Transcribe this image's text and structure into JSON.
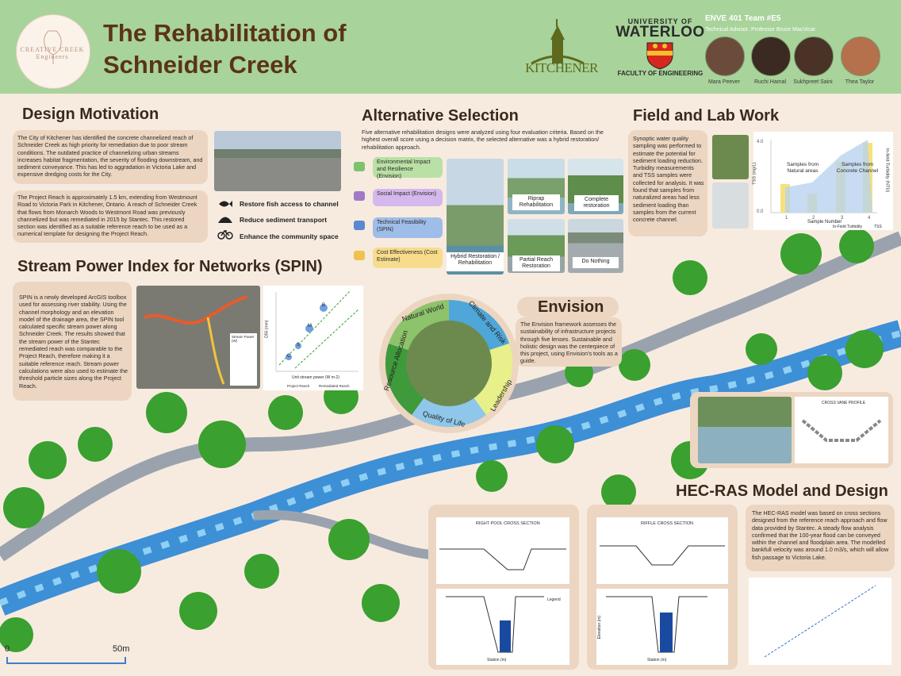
{
  "header": {
    "logo_text": "CREATIVE CREEK Engineers",
    "title_line1": "The Rehabilitation of",
    "title_line2": "Schneider Creek",
    "kitchener": "KITCHENER",
    "uw_top": "UNIVERSITY OF",
    "uw_main": "WATERLOO",
    "uw_faculty": "FACULTY OF ENGINEERING",
    "team": "ENVE 401 Team #E5",
    "advisor": "Technical Advisor: Professor Bruce MacVicar",
    "members": [
      "Mara Peever",
      "Ruchi Hamal",
      "Sukhpreet Saini",
      "Thea Taylor"
    ]
  },
  "design_motivation": {
    "heading": "Design Motivation",
    "para1": "The City of Kitchener has identified the concrete channelized reach of Schneider Creek as high priority for remediation due to poor stream conditions. The outdated practice of channelizing urban streams increases habitat fragmentation, the severity of flooding downstream, and sediment conveyance. This has led to aggradation in Victoria Lake and expensive dredging costs for the City.",
    "para2": "The Project Reach is approximately 1.5 km, extending from Westmount Road to Victoria Park in Kitchener, Ontario. A reach of Schneider Creek that flows from Monarch Woods to Westmont Road was previously channelized but was remediated in 2015 by Stantec. This restored section was identified as a suitable reference reach to be used as a numerical template for designing the Project Reach.",
    "goals": [
      "Restore fish access to channel",
      "Reduce sediment transport",
      "Enhance the community space"
    ]
  },
  "alternative_selection": {
    "heading": "Alternative Selection",
    "intro": "Five alternative rehabilitation designs were analyzed using four evaluation criteria. Based on the highest overall score using a decision matrix, the selected alternative was a hybrid restoration/ rehabilitation approach.",
    "criteria": [
      "Environmental Impact and Resilience (Envision)",
      "Social Impact (Envision)",
      "Technical Feasibility (SPIN)",
      "Cost Effectiveness (Cost Estimate)"
    ],
    "alternatives": [
      "Hybrid Restoration / Rehabilitation",
      "Riprap Rehabilitation",
      "Complete restoration",
      "Partial Reach Restoration",
      "Do Nothing"
    ]
  },
  "field_lab": {
    "heading": "Field and Lab Work",
    "text": "Synoptic water quality sampling was performed to estimate the potential for sediment loading reduction. Turbidity measurements and TSS samples were collected for analysis. It was found that samples from naturalized areas had less sediment loading than samples from the current concrete channel.",
    "ann_natural": "Samples from Natural areas",
    "ann_concrete": "Samples from Concrete Channel",
    "ylabel": "TSS (mg/L)",
    "y2label": "In-field Turbidity (NTU)",
    "xlabel": "Sample Number",
    "legend_turb": "In-Field Turbidity",
    "legend_tss": "TSS"
  },
  "spin": {
    "heading": "Stream Power Index for Networks (SPIN)",
    "text": "SPIN is a newly developed ArcGIS toolbox used for assessing river stability. Using the channel morphology and an elevation model of the drainage area, the SPIN tool calculated specific stream power along Schneider Creek. The results showed that the stream power of the Stantec remediated reach was comparable to the Project Reach, therefore making it a suitable reference reach. Stream power calculations were also used to estimate the threshold particle sizes along the Project Reach.",
    "map_legend_title": "Stream Power (W)",
    "xlabel": "Unit stream power (W m-2)",
    "ylabel": "D50 (mm)",
    "labels": [
      "B",
      "M",
      "S",
      "C"
    ],
    "legend_items": [
      "Project Reach",
      "Remediated Reach"
    ]
  },
  "envision": {
    "heading": "Envision",
    "text": "The Envision framework assesses the sustainability of infrastructure projects through five lenses. Sustainable and holistic design was the centerpiece of this project, using Envision's tools as a guide.",
    "lenses": [
      "Natural World",
      "Climate and Risk",
      "Leadership",
      "Quality of Life",
      "Resource Allocation"
    ]
  },
  "hecras": {
    "heading": "HEC-RAS Model and Design",
    "text": "The HEC-RAS model was based on cross sections designed from the reference reach approach and flow data provided by Stantec. A steady flow analysis confirmed that the 100-year flood can be conveyed within the channel and floodplain area. The modelled bankfull velocity was around 1.0 m3/s, which will allow fish passage to Victoria Lake.",
    "pool_title": "RIGHT POOL CROSS SECTION",
    "riffle_title": "RIFFLE CROSS SECTION",
    "cross_vane": "CROSS VANE PROFILE",
    "station_label": "Station (m)",
    "elev_label": "Elevation (m)",
    "legend_title": "Legend"
  },
  "scale": {
    "start": "0",
    "end": "50m"
  },
  "colors": {
    "header": "#a8d39a",
    "title": "#5a3417",
    "box": "#ecd6c1",
    "river": "#3d8fd6",
    "path": "#9aa3ad"
  }
}
